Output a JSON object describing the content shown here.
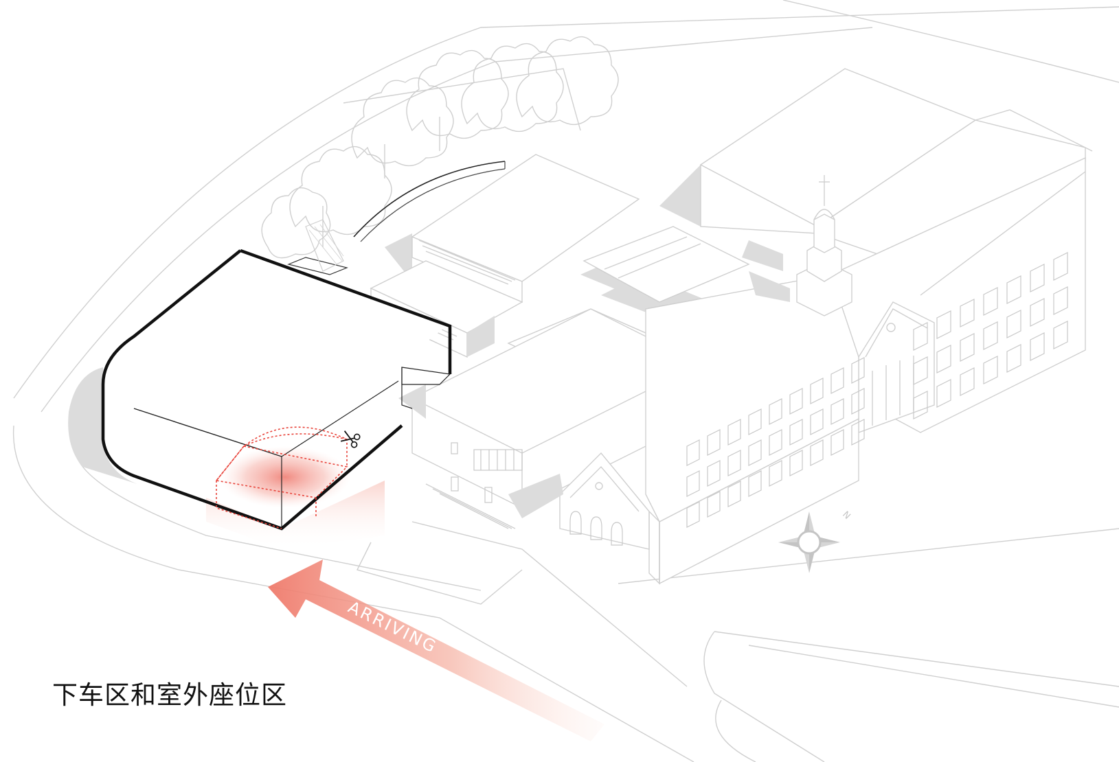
{
  "diagram": {
    "caption": "下车区和室外座位区",
    "arrow_label": "ARRIVING",
    "compass_label": "N"
  },
  "colors": {
    "highlight_red": "#e8433a",
    "context_gray": "#cfcfcf",
    "shadow_gray": "#dcdcdc",
    "building_outline": "#111111"
  },
  "icons": {
    "scissors": "scissors-icon",
    "compass": "north-arrow-compass-icon",
    "cross": "cross-icon"
  }
}
